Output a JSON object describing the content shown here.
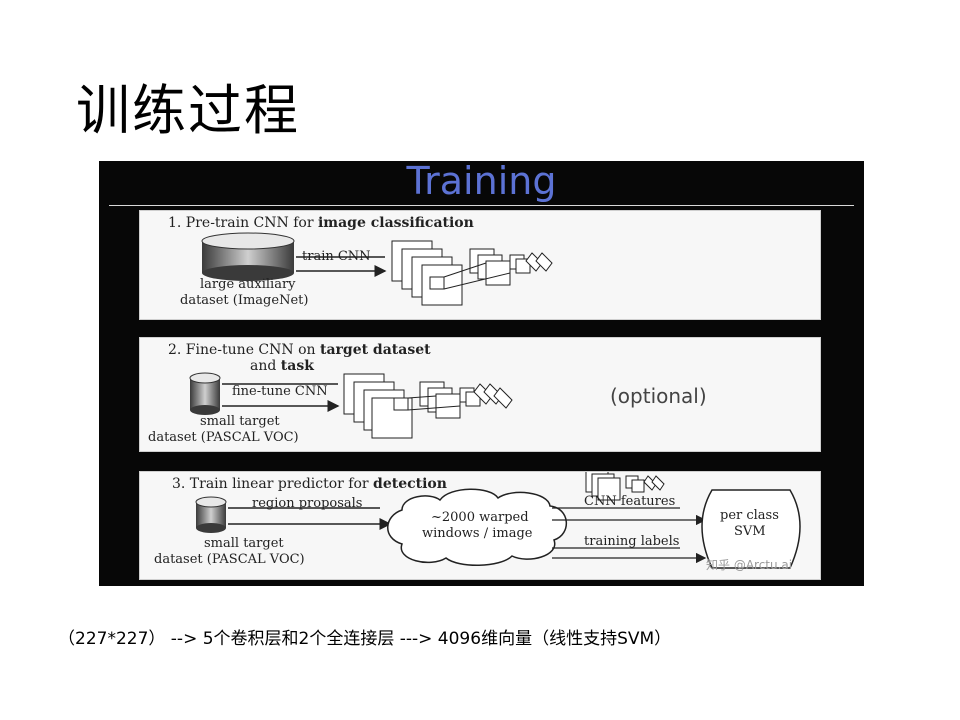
{
  "slide": {
    "title": "训练过程",
    "caption": "（227*227） -->  5个卷积层和2个全连接层  ---> 4096维向量（线性支持SVM）"
  },
  "figure": {
    "heading": "Training",
    "panel1": {
      "step_prefix": "1. Pre-train CNN for ",
      "step_bold": "image classification",
      "arrow_label": "train CNN",
      "dataset_line1": "large auxiliary",
      "dataset_line2": "dataset (ImageNet)"
    },
    "panel2": {
      "step_prefix": "2. Fine-tune CNN on ",
      "step_bold": "target dataset",
      "step_line2_prefix": "and ",
      "step_line2_bold": "task",
      "arrow_label": "fine-tune CNN",
      "dataset_line1": "small target",
      "dataset_line2": "dataset (PASCAL VOC)",
      "optional": "(optional)"
    },
    "panel3": {
      "step_prefix": "3. Train linear predictor for ",
      "step_bold": "detection",
      "arrow_label": "region proposals",
      "cloud_line1": "~2000 warped",
      "cloud_line2": "windows / image",
      "features_label": "CNN features",
      "labels_label": "training labels",
      "svm_line1": "per class",
      "svm_line2": "SVM",
      "dataset_line1": "small target",
      "dataset_line2": "dataset (PASCAL VOC)"
    },
    "watermark": "知乎 @Arctu.ai"
  }
}
